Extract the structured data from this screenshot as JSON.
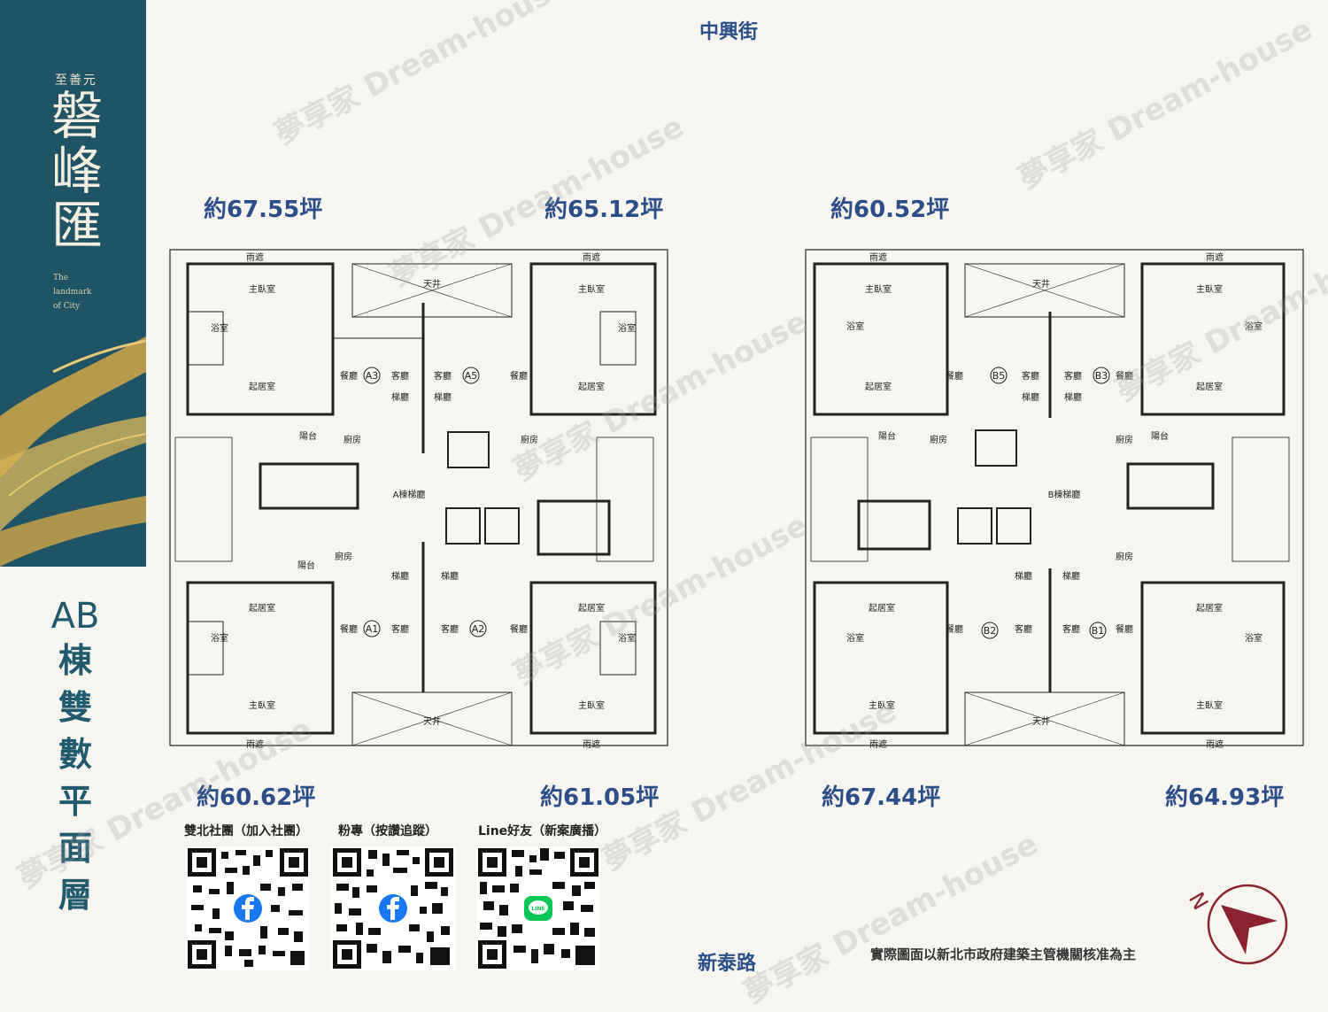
{
  "brand": {
    "small": "至善元",
    "name": "磐峰匯",
    "sub_lines": [
      "The",
      "landmark",
      "of City"
    ]
  },
  "side_title": {
    "ab": "AB",
    "chars": [
      "棟",
      "雙",
      "數",
      "平",
      "面",
      "層"
    ]
  },
  "streets": {
    "top": "中興街",
    "bottom": "新泰路"
  },
  "areas": {
    "a3": "約67.55坪",
    "a5": "約65.12坪",
    "b5b3": "約60.52坪",
    "a1": "約60.62坪",
    "a2": "約61.05坪",
    "b2": "約67.44坪",
    "b1": "約64.93坪"
  },
  "plan_labels": {
    "master_bedroom": "主臥室",
    "living_room": "起居室",
    "bathroom": "浴室",
    "dining": "餐廳",
    "living": "客廳",
    "balcony": "陽台",
    "kitchen": "廚房",
    "rain_cover": "雨遮",
    "elevator_hall": "梯廳",
    "skylight": "天井",
    "a_hall": "A棟梯廳",
    "b_hall": "B棟梯廳",
    "units": [
      "A3",
      "A5",
      "A1",
      "A2",
      "B5",
      "B3",
      "B2",
      "B1"
    ]
  },
  "qr_codes": [
    {
      "label": "雙北社團（加入社團）",
      "icon": "facebook-icon"
    },
    {
      "label": "粉專（按讚追蹤）",
      "icon": "facebook-icon"
    },
    {
      "label": "Line好友（新案廣播）",
      "icon": "line-icon"
    }
  ],
  "note": "實際圖面以新北市政府建築主管機關核准為主",
  "compass_letter": "N",
  "watermark": "夢享家 Dream-house",
  "colors": {
    "sidebar": "#1f5466",
    "gold": "#c9a24a",
    "title_blue": "#2b4e8a",
    "compass": "#8b2230"
  }
}
